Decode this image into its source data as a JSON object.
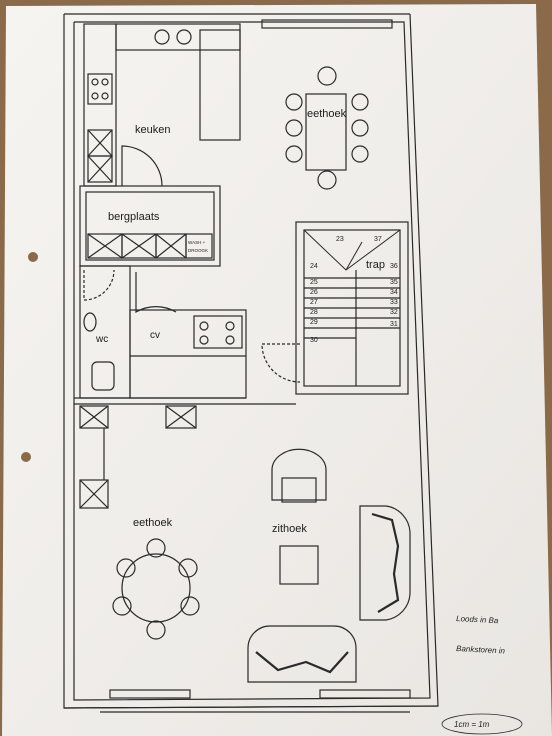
{
  "rooms": {
    "keuken": "keuken",
    "eethoek_top": "eethoek",
    "bergplaats": "bergplaats",
    "trap": "trap",
    "wc": "wc",
    "cv": "cv",
    "eethoek_bottom": "eethoek",
    "zithoek": "zithoek"
  },
  "fixtures": {
    "wash_dryer_label_1": "WASH +",
    "wash_dryer_label_2": "DROOGK"
  },
  "stair_numbers": {
    "top": [
      "23",
      "37"
    ],
    "left": [
      "24",
      "25",
      "26",
      "27",
      "28",
      "29",
      "30"
    ],
    "right": [
      "36",
      "35",
      "34",
      "33",
      "32",
      "31"
    ]
  },
  "margin_notes": {
    "note_1": "Loods in Ba",
    "note_2": "Bankstoren in",
    "scale": "1cm = 1m"
  },
  "colors": {
    "paper": "#f7f5f2",
    "ink": "#2a2a2a",
    "table": "#8a6a48"
  }
}
